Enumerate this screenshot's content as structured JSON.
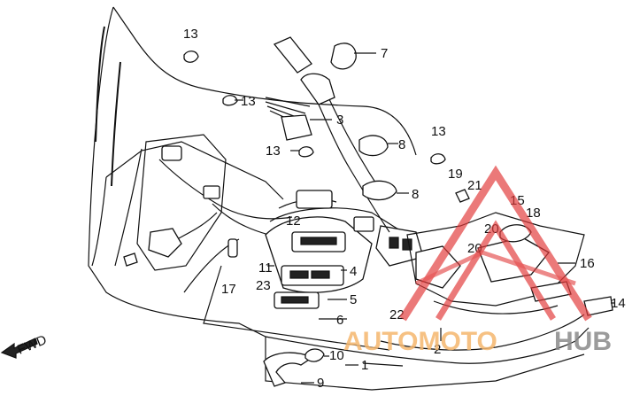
{
  "diagram": {
    "callouts": [
      {
        "id": "c13a",
        "text": "13"
      },
      {
        "id": "c7",
        "text": "7"
      },
      {
        "id": "c13b",
        "text": "13"
      },
      {
        "id": "c3",
        "text": "3"
      },
      {
        "id": "c13c",
        "text": "13"
      },
      {
        "id": "c8a",
        "text": "8"
      },
      {
        "id": "c13d",
        "text": "13"
      },
      {
        "id": "c19",
        "text": "19"
      },
      {
        "id": "c21",
        "text": "21"
      },
      {
        "id": "c8b",
        "text": "8"
      },
      {
        "id": "c15",
        "text": "15"
      },
      {
        "id": "c18",
        "text": "18"
      },
      {
        "id": "c12",
        "text": "12"
      },
      {
        "id": "c20a",
        "text": "20"
      },
      {
        "id": "c20b",
        "text": "20"
      },
      {
        "id": "c16",
        "text": "16"
      },
      {
        "id": "c11",
        "text": "11"
      },
      {
        "id": "c4",
        "text": "4"
      },
      {
        "id": "c23",
        "text": "23"
      },
      {
        "id": "c17",
        "text": "17"
      },
      {
        "id": "c5",
        "text": "5"
      },
      {
        "id": "c22",
        "text": "22"
      },
      {
        "id": "c6",
        "text": "6"
      },
      {
        "id": "c14",
        "text": "14"
      },
      {
        "id": "c2",
        "text": "2"
      },
      {
        "id": "c10",
        "text": "10"
      },
      {
        "id": "c1",
        "text": "1"
      },
      {
        "id": "c9",
        "text": "9"
      }
    ],
    "direction_label": "FWD"
  },
  "watermark": {
    "text_left": "AUTOMOTO",
    "text_right": "HUB",
    "color_left": "#f5b76e",
    "color_right": "#8a8a8a",
    "logo_color": "#e23b3b"
  }
}
